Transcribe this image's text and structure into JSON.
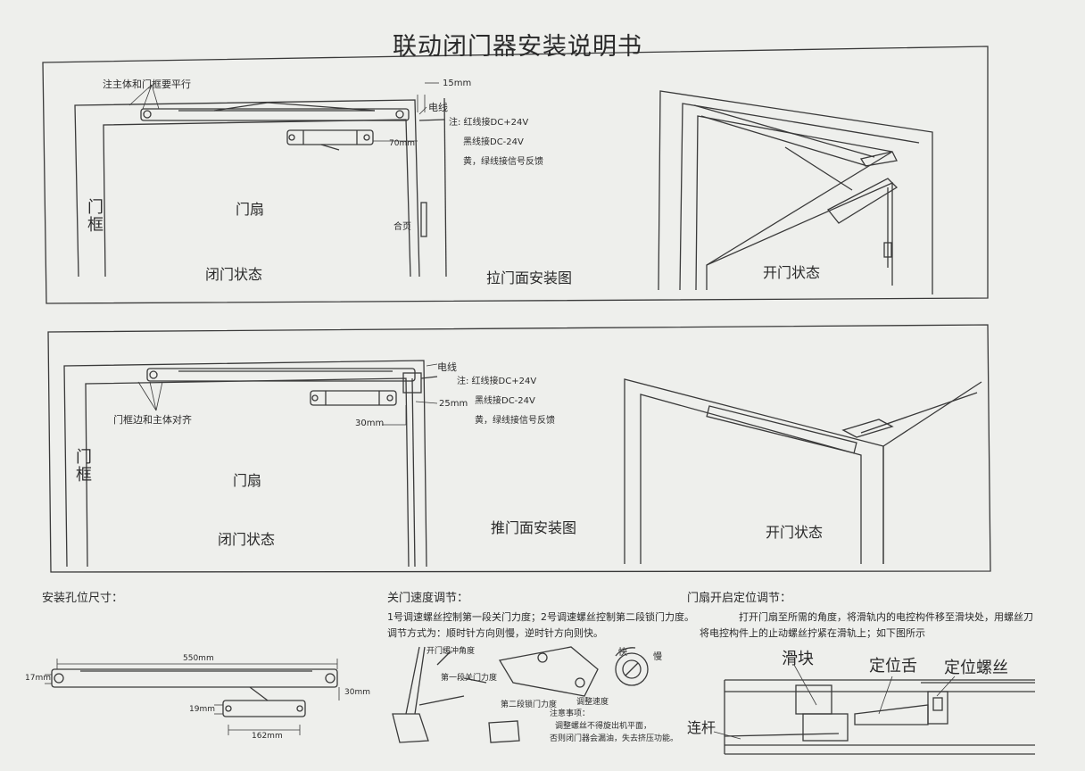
{
  "title": "联动闭门器安装说明书",
  "pull": {
    "note_parallel": "注主体和门框要平行",
    "dim_15": "15mm",
    "dim_70": "70mm",
    "wire": "电线",
    "note_red": "注: 红线接DC+24V",
    "note_black": "黑线接DC-24V",
    "note_yellow": "黄，绿线接信号反馈",
    "hinge": "合页",
    "frame": "门框",
    "leaf": "门扇",
    "closed": "闭门状态",
    "diagram": "拉门面安装图",
    "open": "开门状态"
  },
  "push": {
    "wire": "电线",
    "note_red": "注: 红线接DC+24V",
    "note_black": "黑线接DC-24V",
    "note_yellow": "黄，绿线接信号反馈",
    "align": "门框边和主体对齐",
    "dim_25": "25mm",
    "dim_30": "30mm",
    "frame": "门框",
    "leaf": "门扇",
    "closed": "闭门状态",
    "diagram": "推门面安装图",
    "open": "开门状态"
  },
  "holes": {
    "heading": "安装孔位尺寸：",
    "dim_550": "550mm",
    "dim_17": "17mm",
    "dim_30": "30mm",
    "dim_19": "19mm",
    "dim_162": "162mm"
  },
  "speed": {
    "heading": "关门速度调节：",
    "line1": "1号调速螺丝控制第一段关门力度；2号调速螺丝控制第二段锁门力度。",
    "line2": "调节方式为：顺时针方向则慢，逆时针方向则快。",
    "angle": "开门缓冲角度",
    "stage1": "第一段关门力度",
    "stage2": "第二段锁门力度",
    "fast": "快",
    "slow": "慢",
    "speed_label": "调整速度",
    "caution_title": "注意事项：",
    "caution1": "调整螺丝不得旋出机平面，",
    "caution2": "否则闭门器会漏油，失去挤压功能。"
  },
  "position": {
    "heading": "门扇开启定位调节：",
    "para": "打开门扇至所需的角度，将滑轨内的电控构件移至滑块处，用螺丝刀将电控构件上的止动螺丝拧紧在滑轨上；如下图所示",
    "slider": "滑块",
    "tongue": "定位舌",
    "screw": "定位螺丝",
    "link": "连杆"
  }
}
